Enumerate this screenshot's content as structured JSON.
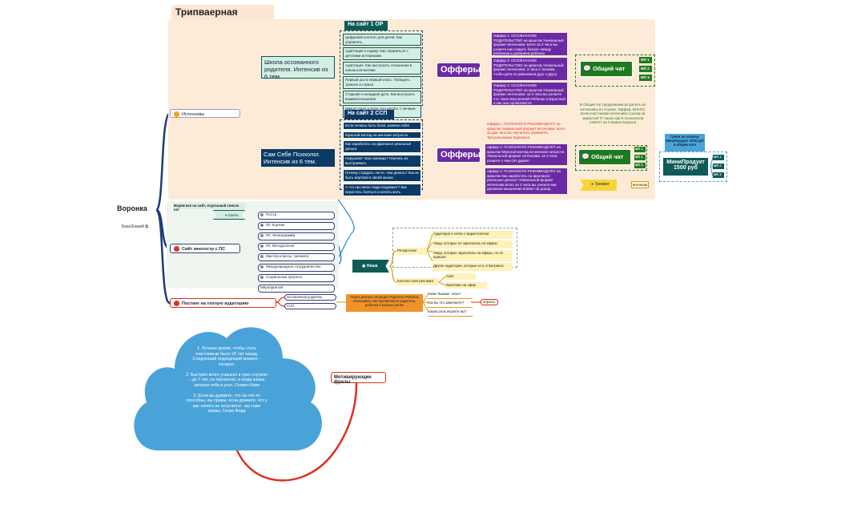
{
  "title": "Трипваерная воронка",
  "root": "Воронка",
  "kb": "БазаЗнаний",
  "branches": {
    "intensives": "Интенсивы",
    "site": "Сайт многостр с ПС",
    "posting": "Постинг на теплую аудиторию"
  },
  "site1": {
    "header": "На сайт 1 ОР",
    "label": "Школа осознанного родителя. Интенсив из 6 тем.",
    "items": [
      "Цифровой контент для детей. Как управлять",
      "Адаптация к садику. Как справиться с детскими истериками",
      "Адаптация. Как выстроить отношения в новом коллективе",
      "Первый раз в первый класс. Победить тревоги и страхи",
      "Старшие и младшие дети. Как выстроить взаимоотношения",
      "Между Надо и Хочу. Что делать с личным конфликтом"
    ]
  },
  "site2": {
    "header": "На сайт 2 ССП",
    "label": "Сам Себе Психолог. Интенсив из 6 тем.",
    "items": [
      "Если хочешь быть богат, измени себя!",
      "Мужской взгляд на женские хитрости",
      "Как заработать на фрилансе реальные деньги",
      "Нарушают твои границы? Научись их выстраивать",
      "Почему страдать легче, чем делать? Как не быть жертвой в своей жизни",
      "А что про меня люди подумают? Как перестать бояться и начать жить"
    ]
  },
  "offers_label": "Офферы",
  "offers1": [
    "Оффер 1: ОСОЗНАННОЕ РОДИТЕЛЬСТВО на краштак Уникальный формат интенсива: всего за 3 часа вы узнаете как создать баланс между ребенком и доверием ребенка",
    "Оффер 2: ОСОЗНАННОЕ РОДИТЕЛЬСТВО на краштак Уникальный формат интенсива: 3 часа 2 техники, чтобы дети не ревновали друг к другу",
    "Оффер 3: ОСОЗНАННОЕ РОДИТЕЛЬСТВО на краштак Уникальный формат интенсива: за 3 часа вы узнаете что такое Внутренний Ребенок и Взрослый и как они проявляются"
  ],
  "offers2_red": "Оффер I. ПСИХОЛОГИ РЕКОМЕНДУЮТ на краштак Уникальный формат интенсива: всего за два часа вы научитесь управлять Треугольником Карпмана",
  "offers2": [
    "оффер 2: ПСИХОЛОГИ РЕКОМЕНДУЮТ на краштак Мужской взгляд на женские хитрости. Уникальный формат интенсива: за 3 часа узнаете о чем ОН думает",
    "оффер 3: ПСИХОЛОГИ РЕКОМЕНДУЮТ на краштак Как заработать на фрилансе реальные деньги? Уникальный формат интенсива всего за 3 часа вы узнаете как дачанное мышление влияет на доход"
  ],
  "chat": {
    "label": "Общий чат",
    "mp": [
      "МП 1",
      "МП 2",
      "МП 3"
    ],
    "note": "В Общий чат продолжаем встретить их интенсивы по ссылке. Оффер, БОНУС всем участникам интенсива ссылка на закрытый ТГ канал где 6 психологов ответят на 3 ваших вопроса"
  },
  "mini": {
    "note": "Грейв на покупку МиниПродукт 1500 руб в общем чате",
    "label": "МиниПродукт 1500 руб",
    "mp": [
      "МП 1",
      "МП 2",
      "МП 3"
    ]
  },
  "trainer": {
    "label": "Тренинг",
    "tag": "интенсив"
  },
  "site_branch": {
    "note": "Ведем все на сайт, отдельный список нет",
    "sket": "Скета",
    "items": [
      "ПсСтр",
      "ПС Коучинг",
      "ПС Эннеаграмма",
      "ПС Методология",
      "Мастер-классы, тренинги",
      "Международное сотрудничество",
      "Социальные проекты",
      "Мероприятия"
    ]
  },
  "niche": {
    "label": "Ниша",
    "retarget": "Ретаргетинг",
    "retarget_items": [
      "Аудитория в чатах с маркетологом",
      "Люди, которые не зарегались на эфиры",
      "Люди, которые зарегались на эфиры, но не пришли",
      "Другие аудитории, которые есть в Битрикса"
    ],
    "context": "Контекстная реклама",
    "context_items": [
      "Сайт",
      "Креативы на эфир"
    ]
  },
  "posting": {
    "items": [
      "Осознанный родитель",
      "ССП"
    ],
    "middle": "Через разные ситуации Родитель-Ребенок показывать как проявляются родитель, ребенка в разных ролях",
    "questions": [
      "Какие бывают типы?",
      "Как вы это замечаете?",
      "Какую роль играете вы?"
    ],
    "tag": "опросы"
  },
  "cloud_text": "1. Лучшее время, чтобы стать счастливым было 20 лет назад. Следующий подходящий момент - сегодня.\n\n2. Быстрее всего учишься в трех случаях – до 7 лет, на тренингах, и когда жизнь загнала тебя в угол. Стивен Кови\n\n3. Если вы думаете, что на что-то способны, вы правы; если думаете, что у вас ничего не получится - вы тоже правы. Генри Форд",
  "motivation": "Мотивирующие фразы",
  "colors": {
    "teal": "#0e5a56",
    "navy": "#0c3a66",
    "purple": "#6b2aa3",
    "green": "#1f7a1f",
    "cloud": "#4aa3d8",
    "red": "#e0301e"
  }
}
